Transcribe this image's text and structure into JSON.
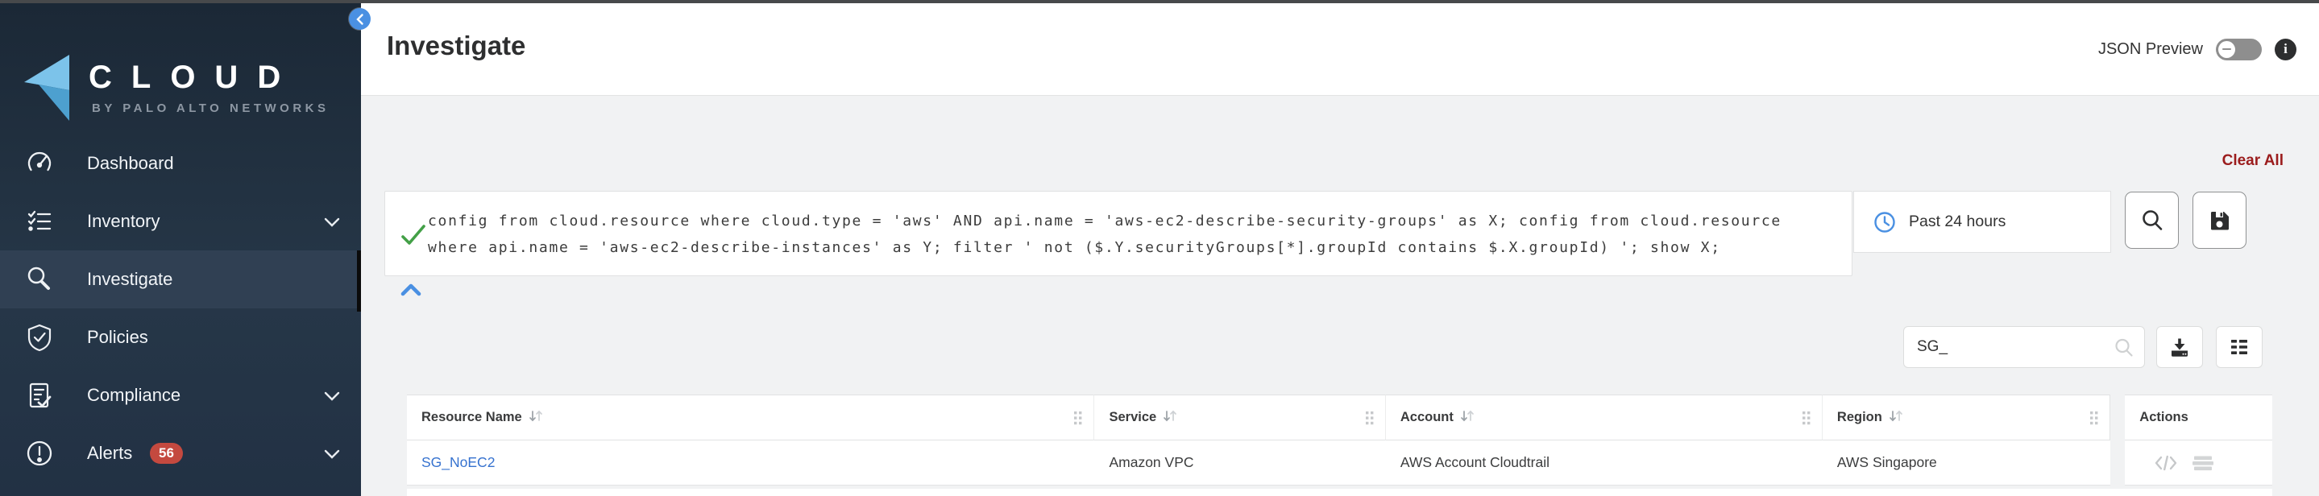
{
  "colors": {
    "accent_blue": "#4a90e2",
    "link_blue": "#3672cf",
    "clear_all_red": "#9b1c1c",
    "alert_badge_red": "#c4493f",
    "valid_green": "#43a047",
    "sidebar_bg": "#223344"
  },
  "sidebar": {
    "logo": {
      "brand": "CLOUD",
      "tagline": "BY PALO ALTO NETWORKS"
    },
    "collapse_icon": "chevron-left-icon",
    "items": [
      {
        "label": "Dashboard",
        "icon": "dashboard-icon",
        "selected": false,
        "expandable": false
      },
      {
        "label": "Inventory",
        "icon": "inventory-icon",
        "selected": false,
        "expandable": true
      },
      {
        "label": "Investigate",
        "icon": "investigate-icon",
        "selected": true,
        "expandable": false
      },
      {
        "label": "Policies",
        "icon": "policies-icon",
        "selected": false,
        "expandable": false
      },
      {
        "label": "Compliance",
        "icon": "compliance-icon",
        "selected": false,
        "expandable": true
      },
      {
        "label": "Alerts",
        "icon": "alerts-icon",
        "selected": false,
        "expandable": true,
        "badge": "56"
      }
    ]
  },
  "header": {
    "title": "Investigate",
    "json_preview_label": "JSON Preview",
    "json_preview_toggle": "off",
    "info_icon": "info-icon"
  },
  "query": {
    "clear_all_label": "Clear All",
    "status_icon": "valid-check-icon",
    "text": "config from cloud.resource where cloud.type = 'aws' AND api.name = 'aws-ec2-describe-security-groups' as X; config from cloud.resource where api.name = 'aws-ec2-describe-instances' as Y; filter ' not ($.Y.securityGroups[*].groupId contains $.X.groupId) '; show X;",
    "time_range": "Past 24 hours",
    "time_icon": "clock-icon",
    "run_icon": "search-icon",
    "save_icon": "save-icon",
    "collapse_icon": "chevron-up-icon"
  },
  "toolbar": {
    "search_value": "SG_",
    "search_icon": "search-icon",
    "download_icon": "download-icon",
    "columns_icon": "columns-icon"
  },
  "table": {
    "columns": [
      {
        "label": "Resource Name",
        "sortable": true
      },
      {
        "label": "Service",
        "sortable": true
      },
      {
        "label": "Account",
        "sortable": true
      },
      {
        "label": "Region",
        "sortable": true
      },
      {
        "label": "Actions",
        "sortable": false
      }
    ],
    "rows": [
      {
        "resource_name": "SG_NoEC2",
        "service": "Amazon VPC",
        "account": "AWS Account Cloudtrail",
        "region": "AWS Singapore",
        "action_icons": [
          "code-icon",
          "menu-icon"
        ]
      }
    ]
  }
}
